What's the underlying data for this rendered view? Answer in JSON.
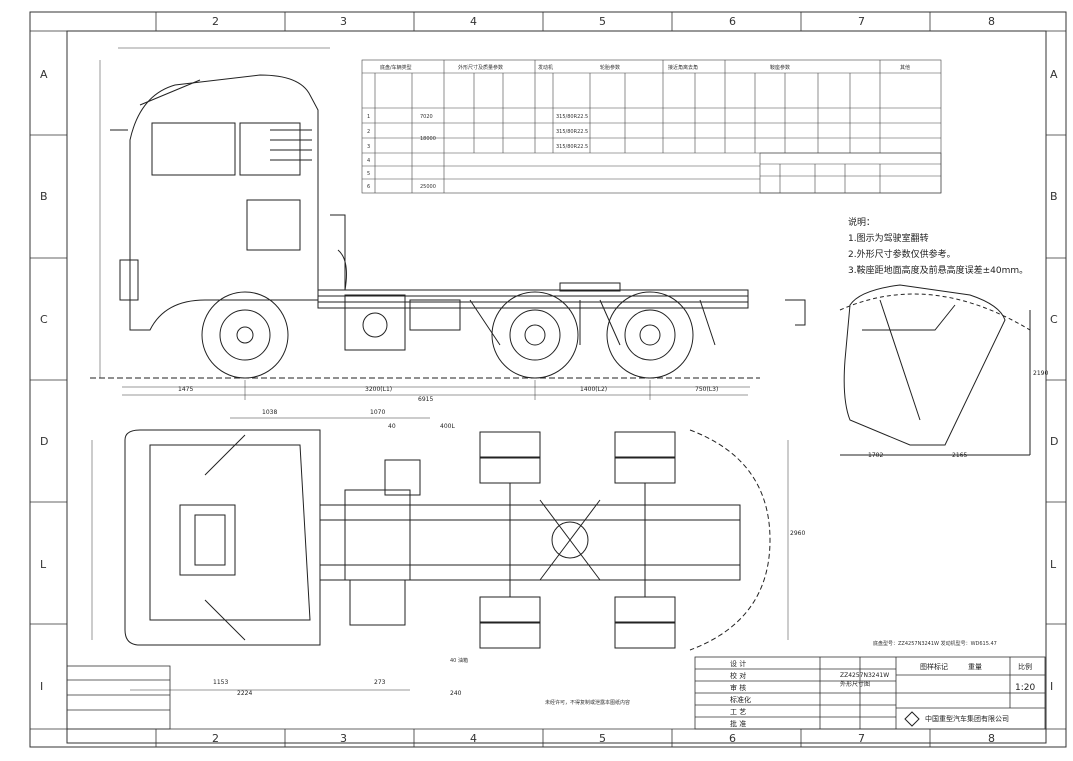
{
  "grid": {
    "columns": [
      "2",
      "3",
      "4",
      "5",
      "6",
      "7",
      "8"
    ],
    "rows": [
      "A",
      "B",
      "C",
      "D",
      "L",
      "I"
    ]
  },
  "spec_table": {
    "header_groups": [
      "底盘/车辆类型",
      "外形尺寸及质量参数",
      "发动机",
      "轮胎参数",
      "接近角离去角",
      "鞍座参数",
      "其他"
    ],
    "row_numbers": [
      "1",
      "2",
      "3",
      "4",
      "5",
      "6"
    ],
    "mass_values": [
      "7020",
      "18000",
      "25000"
    ],
    "tire_values": [
      "315/80R22.5",
      "315/80R22.5",
      "315/80R22.5"
    ]
  },
  "notes": {
    "title": "说明：",
    "items": [
      "1.图示为驾驶室翻转",
      "2.外形尺寸参数仅供参考。",
      "3.鞍座距地面高度及前悬高度误差±40mm。"
    ]
  },
  "dimensions": {
    "side_view": [
      "1475",
      "3200(L1)",
      "1400(L2)",
      "750(L3)",
      "6915"
    ],
    "plan_view": [
      "1038",
      "1070",
      "1153",
      "2224",
      "273",
      "240",
      "2960",
      "40",
      "400L"
    ],
    "cab_view": [
      "2190",
      "1702",
      "2165"
    ]
  },
  "labels": {
    "spec_caption": "底盘型号：ZZ4257N3241W 发动机型号：WD615.47",
    "bottom_note": "未经许可，不得复制或泄露本图纸内容",
    "fuel_tank": "40 油箱"
  },
  "title_block": {
    "drawing_title": "ZZ4257N3241W外形尺寸图",
    "roles": [
      "设 计",
      "校 对",
      "审 核",
      "标准化",
      "工 艺",
      "批 准"
    ],
    "scale_label": "比例",
    "scale_value": "1:20",
    "company": "中国重型汽车集团有限公司",
    "mark": "图样标记",
    "weight_label": "重量"
  }
}
